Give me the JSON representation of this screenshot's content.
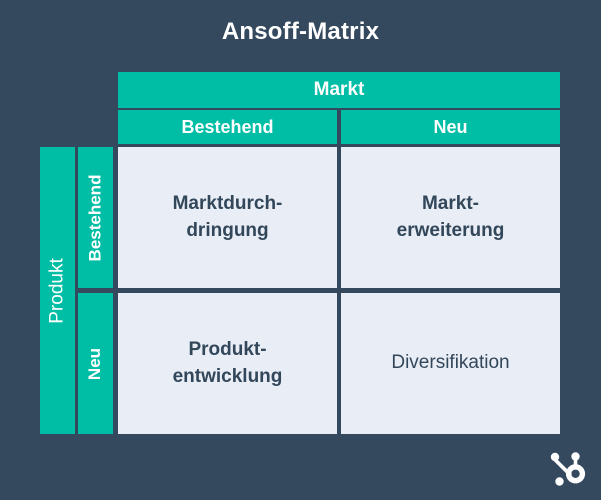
{
  "page": {
    "title": "Ansoff-Matrix",
    "background_color": "#34495e",
    "accent_color": "#00bda5",
    "cell_color": "#e9edf5",
    "cell_text_color": "#33475b"
  },
  "matrix": {
    "column_axis_label": "Markt",
    "row_axis_label": "Produkt",
    "column_headers": [
      "Bestehend",
      "Neu"
    ],
    "row_headers": [
      "Bestehend",
      "Neu"
    ],
    "cells": [
      {
        "line1": "Marktdurch-",
        "line2": "dringung"
      },
      {
        "line1": "Markt-",
        "line2": "erweiterung"
      },
      {
        "line1": "Produkt-",
        "line2": "entwicklung"
      },
      {
        "line1": "Diversifikation",
        "line2": ""
      }
    ]
  },
  "footer": {
    "logo_name": "hubspot-sprocket-logo"
  }
}
